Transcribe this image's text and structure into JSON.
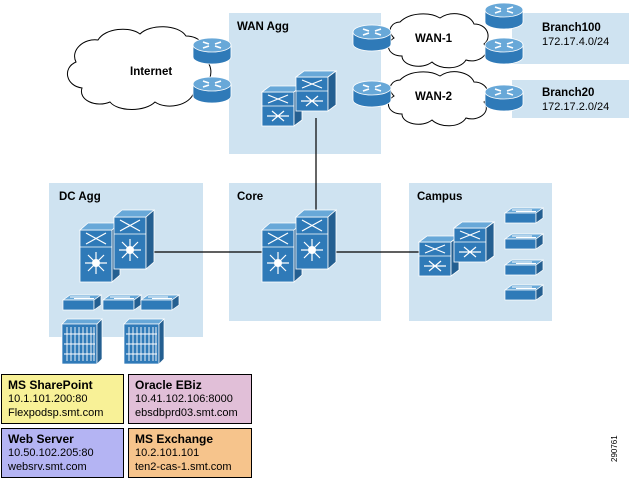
{
  "colors": {
    "zone": "#cfe3f1",
    "device_fill": "#2f7ab8",
    "device_top": "#68a8d8",
    "sharepoint": "#f8f197",
    "oracle": "#e1bfd8",
    "webserver": "#b4b4f3",
    "exchange": "#f6c48c"
  },
  "zones": {
    "wan_agg": "WAN Agg",
    "dc_agg": "DC Agg",
    "core": "Core",
    "campus": "Campus"
  },
  "clouds": {
    "internet": "Internet",
    "wan1": "WAN-1",
    "wan2": "WAN-2"
  },
  "branches": [
    {
      "name": "Branch100",
      "subnet": "172.17.4.0/24"
    },
    {
      "name": "Branch20",
      "subnet": "172.17.2.0/24"
    }
  ],
  "servers": {
    "sharepoint": {
      "title": "MS SharePoint",
      "line1": "10.1.101.200:80",
      "line2": "Flexpodsp.smt.com"
    },
    "oracle": {
      "title": "Oracle EBiz",
      "line1": "10.41.102.106:8000",
      "line2": "ebsdbprd03.smt.com"
    },
    "webserver": {
      "title": "Web Server",
      "line1": "10.50.102.205:80",
      "line2": "websrv.smt.com"
    },
    "exchange": {
      "title": "MS Exchange",
      "line1": "10.2.101.101",
      "line2": "ten2-cas-1.smt.com"
    }
  },
  "figure_id": "290761"
}
